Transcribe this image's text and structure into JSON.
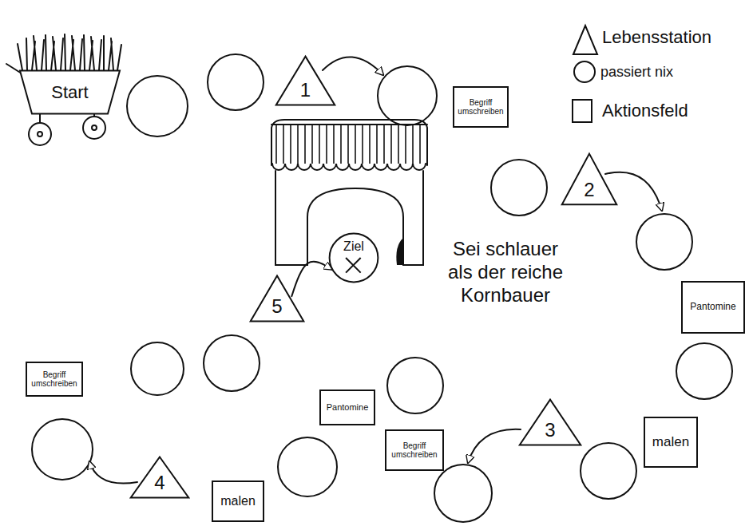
{
  "diagram": {
    "title": "Sei schlauer als der reiche Kornbauer",
    "nodes": [
      {
        "text": [
          "Start"
        ]
      },
      {
        "text": [
          "1"
        ]
      },
      {
        "text": [
          "Begriff umschreiben"
        ]
      },
      {
        "text": [
          "2"
        ]
      },
      {
        "text": [
          "Pantomine"
        ]
      },
      {
        "text": [
          "malen"
        ]
      },
      {
        "text": [
          "3"
        ]
      },
      {
        "text": [
          "Begriff umschreiben"
        ]
      },
      {
        "text": [
          "Pantomine"
        ]
      },
      {
        "text": [
          "malen"
        ]
      },
      {
        "text": [
          "4"
        ]
      },
      {
        "text": [
          "Begriff umschreiben"
        ]
      },
      {
        "text": [
          "5"
        ]
      },
      {
        "text": [
          "Ziel"
        ]
      }
    ],
    "edges": [
      {
        "from": 12,
        "to": 13,
        "arrow": "to"
      }
    ],
    "legend": [
      {
        "text": "Lebensstation"
      },
      {
        "text": "passiert nix"
      },
      {
        "text": "Aktionsfeld"
      }
    ]
  }
}
